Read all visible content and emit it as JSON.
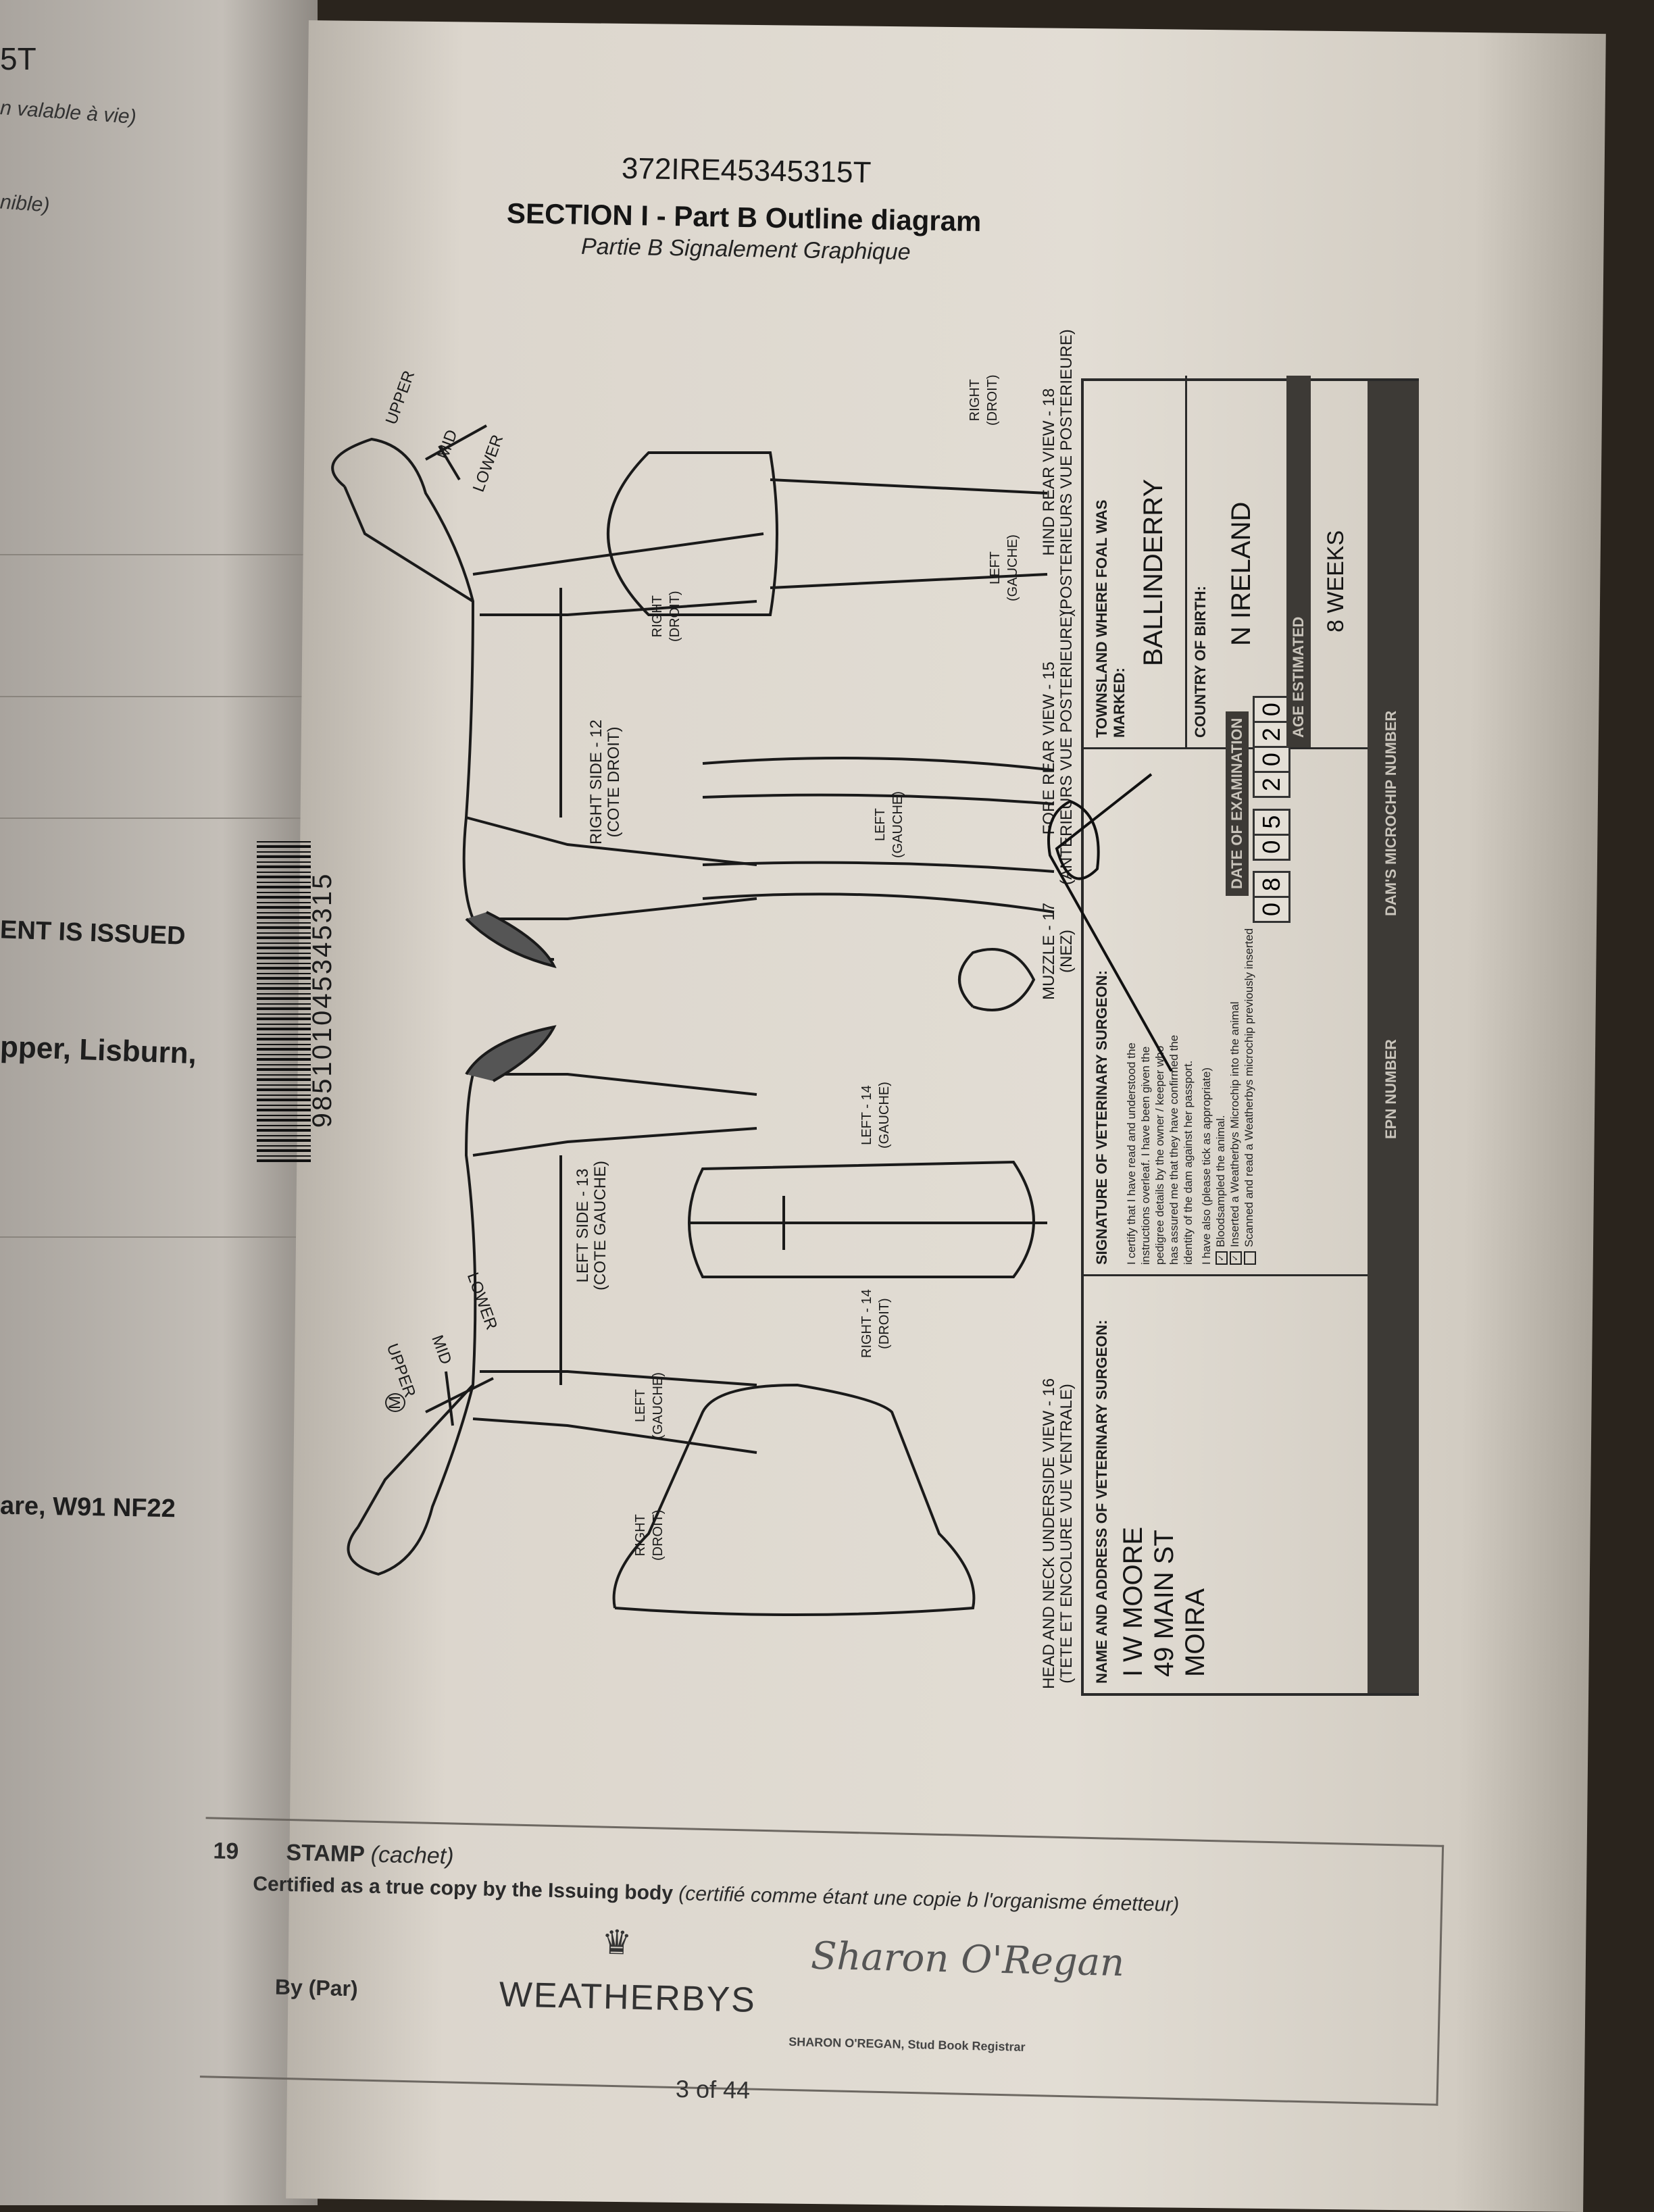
{
  "left_page": {
    "fragments": [
      "5T",
      "n valable à vie)",
      "nible)",
      "ENT IS ISSUED",
      "pper, Lisburn,",
      "are, W91 NF22"
    ]
  },
  "header": {
    "doc_id": "372IRE45345315T",
    "title": "SECTION I - Part B Outline diagram",
    "subtitle": "Partie B Signalement Graphique"
  },
  "diagram": {
    "barcode_number": "985101045345315",
    "neck_labels": {
      "upper": "UPPER",
      "mid": "MID",
      "lower": "LOWER",
      "marker": "M"
    },
    "right_side": {
      "label": "RIGHT SIDE - 12",
      "fr": "(COTE DROIT)"
    },
    "left_side": {
      "label": "LEFT SIDE - 13",
      "fr": "(COTE GAUCHE)"
    },
    "top_left": {
      "label": "LEFT - 14",
      "fr": "(GAUCHE)"
    },
    "top_right": {
      "label": "RIGHT - 14",
      "fr": "(DROIT)"
    },
    "head_left": {
      "label": "LEFT",
      "fr": "(GAUCHE)"
    },
    "head_right": {
      "label": "RIGHT",
      "fr": "(DROIT)"
    },
    "fore_left": {
      "label": "LEFT",
      "fr": "(GAUCHE)"
    },
    "fore_right": {
      "label": "RIGHT",
      "fr": "(DROIT)"
    },
    "hind_left": {
      "label": "LEFT",
      "fr": "(GAUCHE)"
    },
    "hind_right": {
      "label": "RIGHT",
      "fr": "(DROIT)"
    },
    "head_neck_view": {
      "label": "HEAD AND NECK UNDERSIDE VIEW - 16",
      "fr": "(TETE ET ENCOLURE VUE VENTRALE)"
    },
    "muzzle": {
      "label": "MUZZLE - 17",
      "fr": "(NEZ)"
    },
    "fore_view": {
      "label": "FORE REAR VIEW - 15",
      "fr": "(ANTERIEURS VUE POSTERIEURE)"
    },
    "hind_view": {
      "label": "HIND REAR VIEW - 18",
      "fr": "(POSTERIEURS VUE POSTERIEURE)"
    }
  },
  "form": {
    "vet_address_label": "NAME AND ADDRESS OF VETERINARY SURGEON:",
    "vet_address_lines": [
      "I W MOORE",
      "49 MAIN ST",
      "MOIRA"
    ],
    "signature_label": "SIGNATURE OF VETERINARY SURGEON:",
    "certify_lines": [
      "I certify that I have read and understood the",
      "instructions overleaf. I have been given the",
      "pedigree details by the owner / keeper who",
      "has assured me that they have confirmed the",
      "identity of the dam against her passport."
    ],
    "also_label": "I have also (please tick as appropriate)",
    "ticks": [
      {
        "text": "Bloodsampled the animal.",
        "checked": true
      },
      {
        "text": "Inserted a Weatherbys Microchip into the animal",
        "checked": true
      },
      {
        "text": "Scanned and read a Weatherbys microchip previously inserted",
        "checked": false
      }
    ],
    "date_label": "DATE OF EXAMINATION",
    "date_digits": [
      "0",
      "8",
      "0",
      "5",
      "2",
      "0",
      "2",
      "0"
    ],
    "townsland_label": "TOWNSLAND WHERE FOAL WAS MARKED:",
    "townsland": "BALLINDERRY",
    "country_label": "COUNTRY OF BIRTH:",
    "country": "N IRELAND",
    "age_label": "AGE ESTIMATED",
    "age": "8 WEEKS",
    "epn_label": "EPN NUMBER",
    "dam_chip_label": "DAM'S MICROCHIP NUMBER"
  },
  "stamp": {
    "number": "19",
    "title": "STAMP",
    "title_fr": "(cachet)",
    "certified": "Certified as a true copy by the Issuing body",
    "certified_fr": "(certifié comme étant une copie b l'organisme émetteur)",
    "by": "By (Par)",
    "logo": "WEATHERBYS",
    "signature": "Sharon O'Regan",
    "signatory": "SHARON O'REGAN, Stud Book Registrar"
  },
  "page_number": "3 of 44"
}
